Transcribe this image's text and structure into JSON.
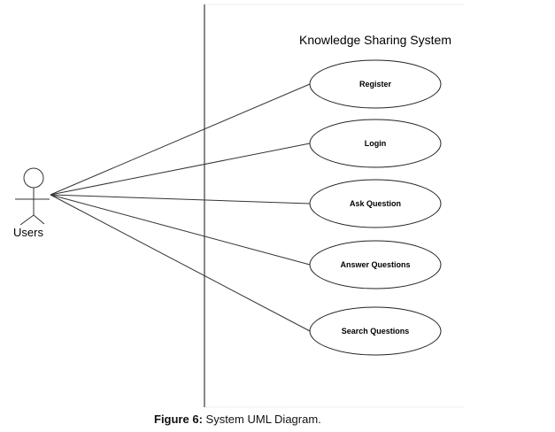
{
  "system": {
    "title": "Knowledge Sharing System"
  },
  "actor": {
    "label": "Users"
  },
  "use_cases": [
    {
      "label": "Register"
    },
    {
      "label": "Login"
    },
    {
      "label": "Ask Question"
    },
    {
      "label": "Answer Questions"
    },
    {
      "label": "Search Questions"
    }
  ],
  "caption": {
    "prefix": "Figure 6:",
    "text": " System UML Diagram."
  }
}
